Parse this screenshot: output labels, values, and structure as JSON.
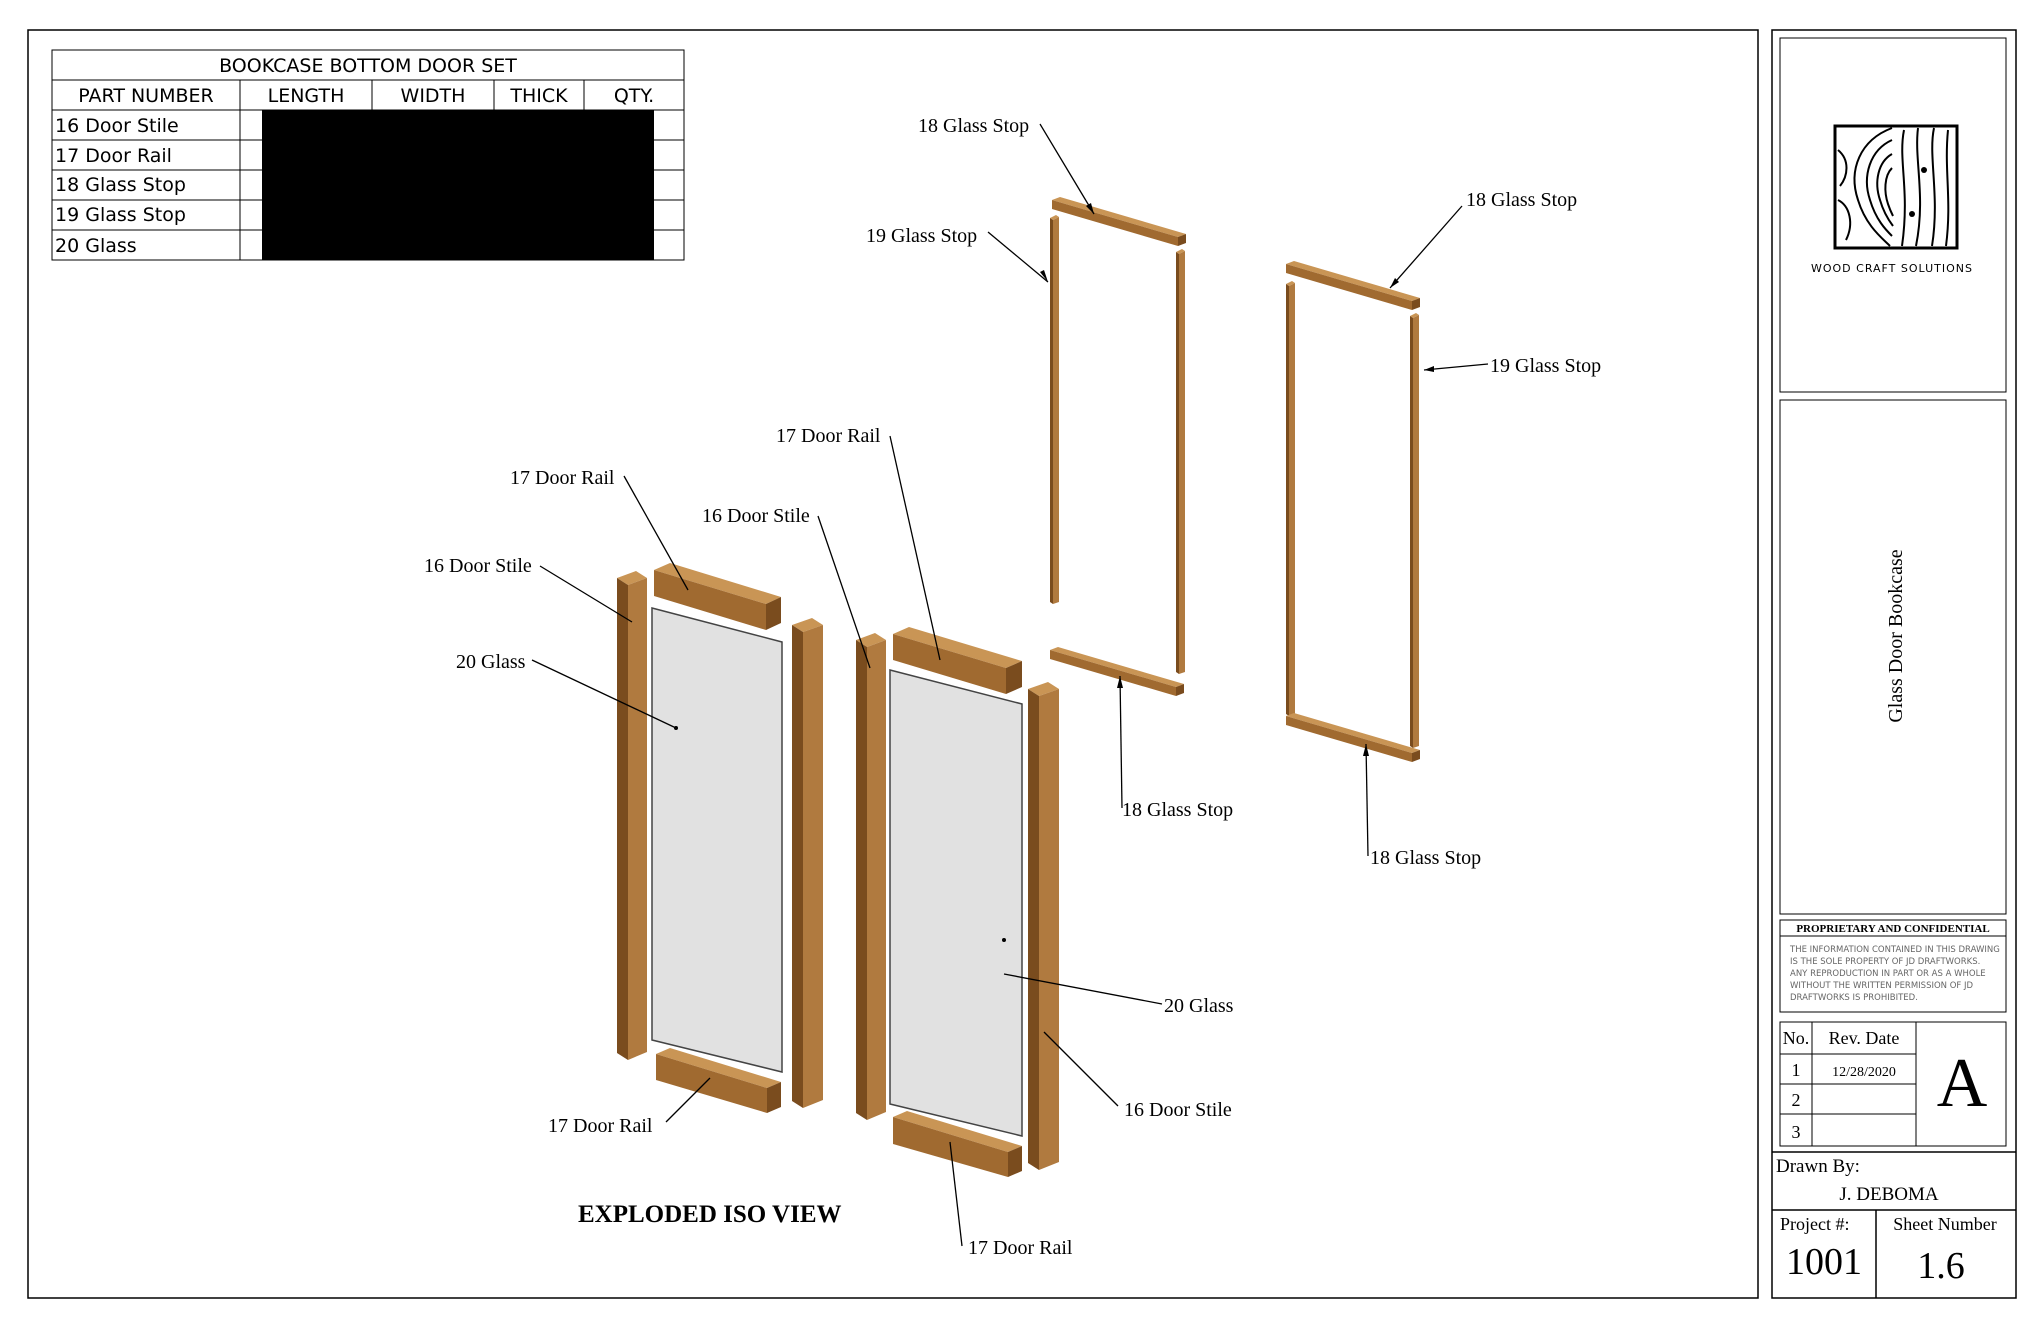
{
  "parts_table": {
    "title": "BOOKCASE BOTTOM DOOR SET",
    "headers": [
      "PART NUMBER",
      "LENGTH",
      "WIDTH",
      "THICK",
      "QTY."
    ],
    "rows": [
      "16 Door Stile",
      "17 Door Rail",
      "18 Glass Stop",
      "19 Glass Stop",
      "20 Glass"
    ]
  },
  "view_title": "EXPLODED ISO VIEW",
  "callouts": {
    "stile_16_left": "16 Door Stile",
    "rail_17_left_top": "17 Door Rail",
    "glass_20_left": "20 Glass",
    "rail_17_left_bottom": "17 Door Rail",
    "stile_16_right": "16 Door Stile",
    "rail_17_right_top": "17 Door Rail",
    "glass_20_right": "20 Glass",
    "stile_16_right_outer": "16 Door Stile",
    "rail_17_right_bottom": "17 Door Rail",
    "stop_18_a_top": "18 Glass Stop",
    "stop_19_a_left": "19 Glass Stop",
    "stop_18_a_bottom": "18 Glass Stop",
    "stop_18_b_top": "18 Glass Stop",
    "stop_19_b_right": "19 Glass Stop",
    "stop_18_b_bottom": "18 Glass Stop"
  },
  "title_block": {
    "company": "WOOD CRAFT SOLUTIONS",
    "project_title": "Glass Door Bookcase",
    "confidential_heading": "PROPRIETARY AND CONFIDENTIAL",
    "confidential_lines": [
      "THE INFORMATION CONTAINED IN THIS DRAWING",
      "IS THE SOLE PROPERTY OF JD DRAFTWORKS.",
      "ANY REPRODUCTION IN PART OR AS A WHOLE",
      "WITHOUT THE WRITTEN PERMISSION OF JD",
      "DRAFTWORKS IS PROHIBITED."
    ],
    "rev_headers": {
      "no": "No.",
      "rev_date": "Rev. Date"
    },
    "revisions": [
      {
        "no": "1",
        "date": "12/28/2020"
      },
      {
        "no": "2",
        "date": ""
      },
      {
        "no": "3",
        "date": ""
      }
    ],
    "revision_letter": "A",
    "drawn_by_label": "Drawn By:",
    "drawn_by": "J. DEBOMA",
    "project_label": "Project #:",
    "project_number": "1001",
    "sheet_label": "Sheet Number",
    "sheet_number": "1.6"
  },
  "colors": {
    "wood": "#b07a3f",
    "wood_dark": "#7a4c1e",
    "wood_light": "#c99555",
    "glass": "#e1e1e1",
    "redaction": "#000000"
  }
}
